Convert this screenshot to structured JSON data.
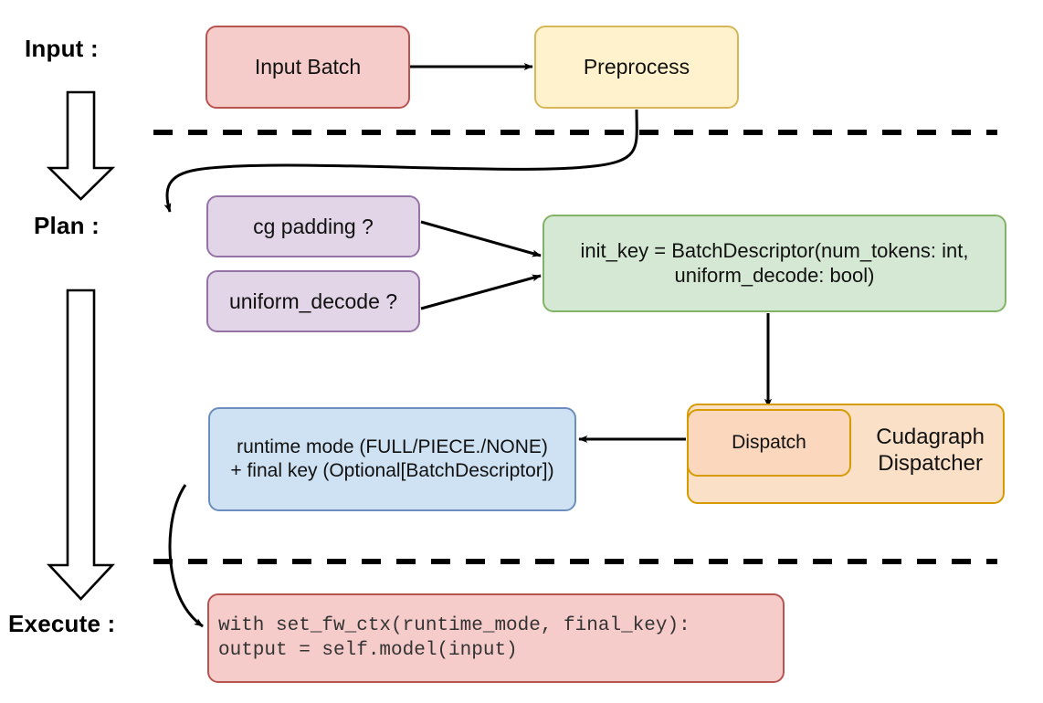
{
  "diagram": {
    "title": "vLLM cudagraph dispatch pipeline",
    "background": "#ffffff"
  },
  "stages": [
    {
      "id": "input",
      "label": "Input :"
    },
    {
      "id": "plan",
      "label": "Plan :"
    },
    {
      "id": "execute",
      "label": "Execute :"
    }
  ],
  "nodes": {
    "input_batch": {
      "label": "Input Batch",
      "fill": "#f6cccb",
      "stroke": "#b85450"
    },
    "preprocess": {
      "label": "Preprocess",
      "fill": "#fff2cc",
      "stroke": "#d6b656"
    },
    "cg_padding": {
      "label": "cg padding ?",
      "fill": "#e1d5e7",
      "stroke": "#9673a6"
    },
    "uniform_decode": {
      "label": "uniform_decode ?",
      "fill": "#e1d5e7",
      "stroke": "#9673a6"
    },
    "init_key": {
      "label": "init_key = BatchDescriptor(num_tokens: int,\nuniform_decode: bool)",
      "fill": "#d5e8d4",
      "stroke": "#82b366"
    },
    "runtime_mode": {
      "label": "runtime mode (FULL/PIECE./NONE)\n+ final key (Optional[BatchDescriptor])",
      "fill": "#cfe2f3",
      "stroke": "#6c8ebf"
    },
    "cudagraph_dispatcher": {
      "label": "Cudagraph\nDispatcher",
      "fill": "#fbe0c8",
      "stroke": "#d79b00"
    },
    "dispatch": {
      "label": "Dispatch",
      "fill": "#fad7bd",
      "stroke": "#d79b00"
    },
    "execute_code": {
      "label": "with set_fw_ctx(runtime_mode, final_key):\n    output = self.model(input)",
      "fill": "#f6cccb",
      "stroke": "#b85450"
    }
  },
  "connectors": [
    {
      "name": "input-batch-to-preprocess",
      "from": "input_batch",
      "to": "preprocess",
      "style": "straight-arrow"
    },
    {
      "name": "preprocess-to-cg-padding",
      "from": "preprocess",
      "to": "cg_padding",
      "style": "curved-arrow"
    },
    {
      "name": "cg-padding-to-init-key",
      "from": "cg_padding",
      "to": "init_key",
      "style": "straight-arrow"
    },
    {
      "name": "uniform-decode-to-init-key",
      "from": "uniform_decode",
      "to": "init_key",
      "style": "straight-arrow"
    },
    {
      "name": "init-key-to-dispatch",
      "from": "init_key",
      "to": "dispatch",
      "style": "straight-arrow"
    },
    {
      "name": "dispatch-to-runtime-mode",
      "from": "dispatch",
      "to": "runtime_mode",
      "style": "straight-arrow"
    },
    {
      "name": "runtime-mode-to-execute-code",
      "from": "runtime_mode",
      "to": "execute_code",
      "style": "curved-arrow"
    }
  ],
  "dividers": [
    {
      "name": "input-plan-divider",
      "style": "dashed"
    },
    {
      "name": "plan-execute-divider",
      "style": "dashed"
    }
  ],
  "flow_arrows": [
    {
      "name": "input-to-plan-flow-arrow",
      "direction": "down"
    },
    {
      "name": "plan-to-execute-flow-arrow",
      "direction": "down"
    }
  ],
  "colors": {
    "line": "#000000",
    "divider": "#000000",
    "text": "#111111",
    "code_text": "#333333"
  }
}
